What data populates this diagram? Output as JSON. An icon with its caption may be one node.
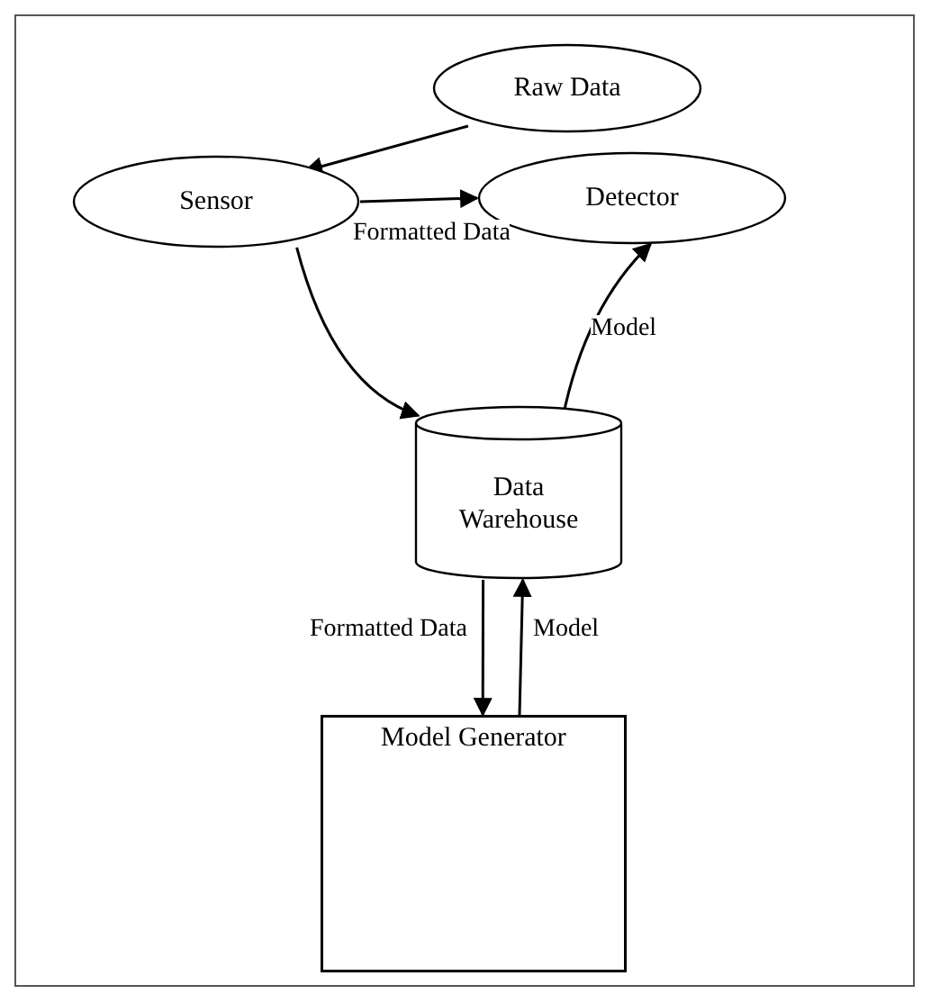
{
  "diagram": {
    "nodes": [
      {
        "text": [
          "Raw Data"
        ]
      },
      {
        "text": [
          "Sensor"
        ]
      },
      {
        "text": [
          "Detector"
        ]
      },
      {
        "text": [
          "Data Warehouse"
        ]
      },
      {
        "text": [
          "Model Generator"
        ]
      }
    ],
    "edges": [
      {
        "from": 0,
        "to": 1,
        "arrow": "to"
      },
      {
        "from": 1,
        "to": 2,
        "arrow": "to",
        "label": "Formatted Data"
      },
      {
        "from": 1,
        "to": 3,
        "arrow": "to"
      },
      {
        "from": 3,
        "to": 2,
        "arrow": "to",
        "label": "Model"
      },
      {
        "from": 3,
        "to": 4,
        "arrow": "to",
        "label": "Formatted Data"
      },
      {
        "from": 4,
        "to": 3,
        "arrow": "to",
        "label": "Model"
      }
    ]
  }
}
